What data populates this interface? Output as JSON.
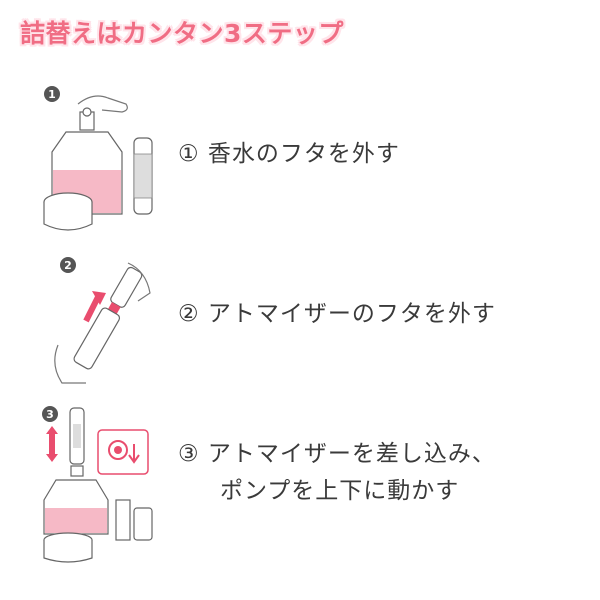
{
  "header": {
    "title": "詰替えはカンタン3ステップ"
  },
  "steps": [
    {
      "badge": "1",
      "lines": [
        "① 香水のフタを外す"
      ]
    },
    {
      "badge": "2",
      "lines": [
        "② アトマイザーのフタを外す"
      ]
    },
    {
      "badge": "3",
      "lines": [
        "③ アトマイザーを差し込み、",
        "ポンプを上下に動かす"
      ]
    }
  ],
  "colors": {
    "accent": "#f06d84",
    "title_shadow": "#ffe4ea",
    "perfume_liquid": "#f6b9c6",
    "arrow": "#e94d6e",
    "line_art": "#555555"
  }
}
